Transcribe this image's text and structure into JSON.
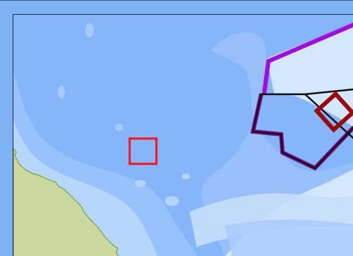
{
  "map": {
    "colors": {
      "outer_frame": "#7fb2f5",
      "deep_water": "#86b6fa",
      "mid_water": "#9ac4fb",
      "shallow_water": "#b8d8fc",
      "reef_flat": "#d3e8fd",
      "land": "#cbd89f",
      "coastline": "#7aa136",
      "marker_red": "#ff1010",
      "marker_dark_red": "#9a0a0a",
      "zone_purple": "#a10be0",
      "zone_black": "#0a0a0a"
    },
    "layers": [
      {
        "name": "land-mass"
      },
      {
        "name": "bathymetry"
      },
      {
        "name": "reef-zones"
      },
      {
        "name": "selection-markers"
      }
    ]
  }
}
